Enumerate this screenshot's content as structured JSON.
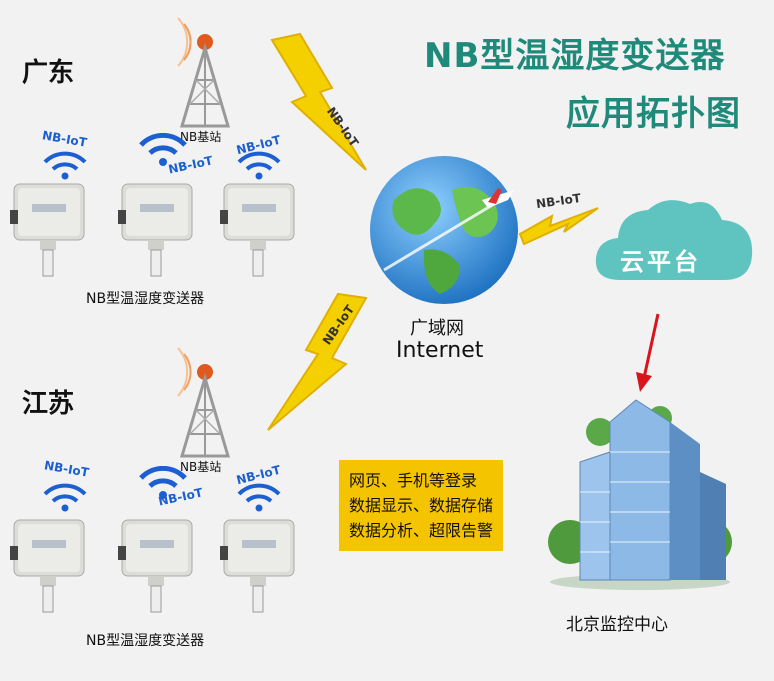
{
  "title": {
    "line1": "NB型温湿度变送器",
    "line2": "应用拓扑图"
  },
  "regions": [
    {
      "name": "广东",
      "tower_label": "NB基站",
      "sensor_label": "NB型温湿度变送器",
      "iot_labels": [
        "NB-IoT",
        "NB-IoT",
        "NB-IoT"
      ],
      "link_label": "NB-IoT"
    },
    {
      "name": "江苏",
      "tower_label": "NB基站",
      "sensor_label": "NB型温湿度变送器",
      "iot_labels": [
        "NB-IoT",
        "NB-IoT",
        "NB-IoT"
      ],
      "link_label": "NB-IoT"
    }
  ],
  "internet": {
    "label_cn": "广域网",
    "label_en": "Internet",
    "link_label": "NB-IoT"
  },
  "cloud": {
    "label": "云平台"
  },
  "info_box": {
    "lines": [
      "网页、手机等登录",
      "数据显示、数据存储",
      "数据分析、超限告警"
    ]
  },
  "monitor_center": {
    "label": "北京监控中心"
  },
  "colors": {
    "title": "#1f8a7a",
    "cloud": "#5fc3c0",
    "lightning": "#f5d000",
    "wifi": "#1c5fd0",
    "box": "#f5c400",
    "arrow": "#d8141c"
  }
}
